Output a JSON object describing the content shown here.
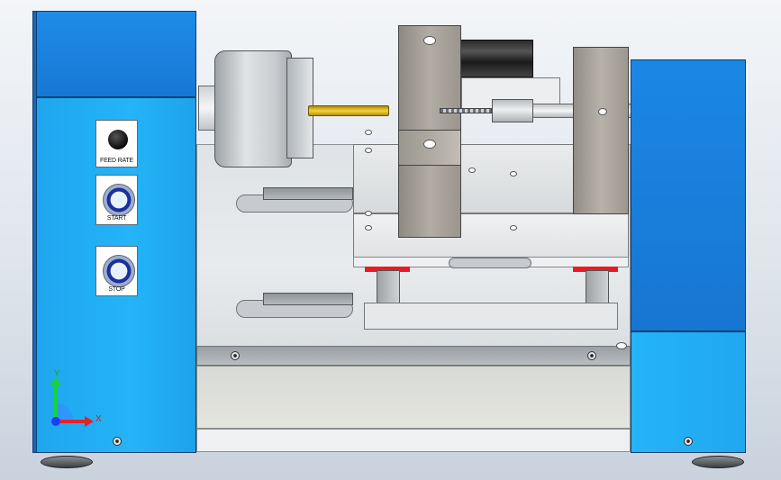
{
  "control_panel": {
    "feed_rate_label": "FEED RATE",
    "start_label": "START",
    "stop_label": "STOP"
  },
  "triad": {
    "x_label": "X",
    "y_label": "Y"
  },
  "colors": {
    "cabinet_blue": "#1fa6ee",
    "cabinet_dark_blue": "#1778d4",
    "workpiece": "#f7d23a",
    "stop_marker": "#e81b24"
  }
}
